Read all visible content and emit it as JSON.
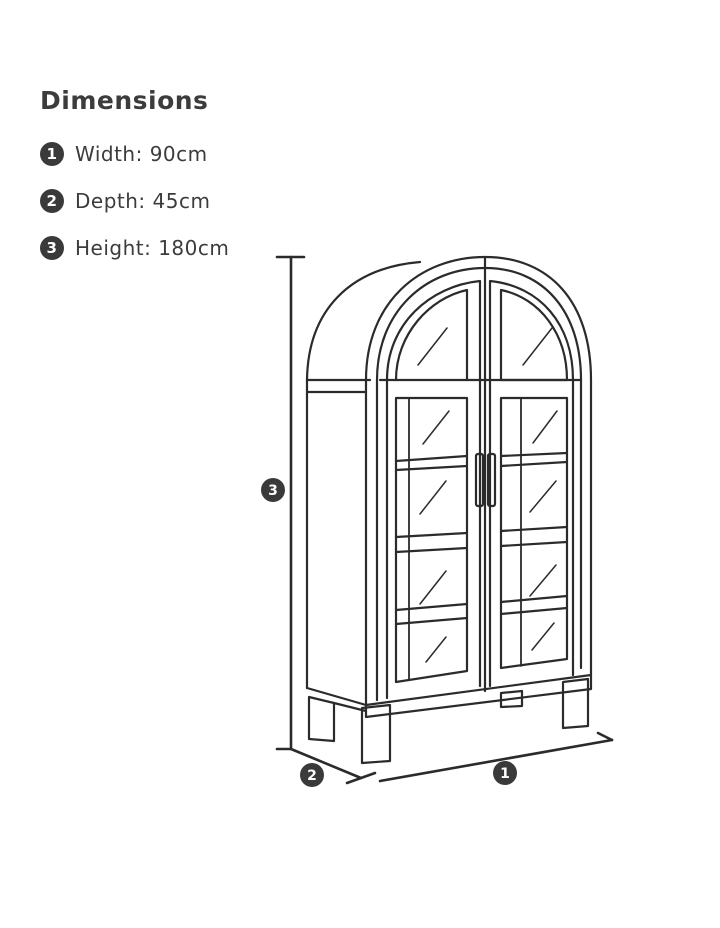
{
  "heading": "Dimensions",
  "specs": [
    {
      "num": "1",
      "label": "Width: 90cm"
    },
    {
      "num": "2",
      "label": "Depth: 45cm"
    },
    {
      "num": "3",
      "label": "Height: 180cm"
    }
  ],
  "markers": {
    "height": "3",
    "depth": "2",
    "width": "1"
  },
  "colors": {
    "line": "#2b2b2b",
    "badge": "#3a3a3a",
    "text": "#3c3c3c"
  }
}
